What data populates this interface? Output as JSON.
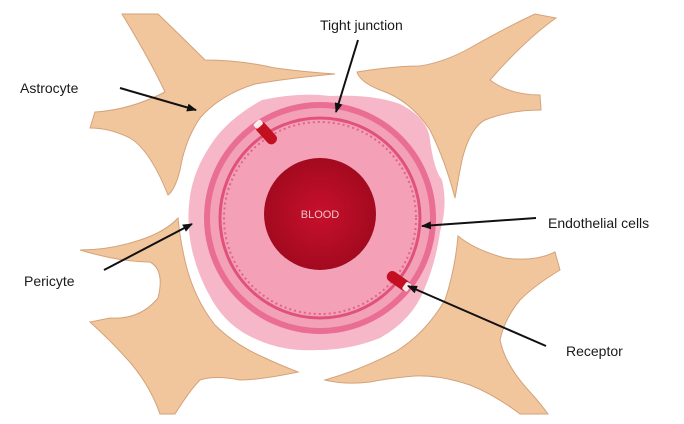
{
  "labels": {
    "tight_junction": "Tight junction",
    "astrocyte": "Astrocyte",
    "endothelial_cells": "Endothelial cells",
    "pericyte": "Pericyte",
    "receptor": "Receptor",
    "blood": "BLOOD"
  },
  "colors": {
    "astrocyte_fill": "#f2c69c",
    "astrocyte_stroke": "#c9946a",
    "pericyte_ring": "#ea6e93",
    "outer_membrane": "#f6b8c9",
    "endothelium": "#f07c9c",
    "inner_ring": "#e0527c",
    "lumen_outer": "#f4a0b6",
    "blood_core": "#b50d24",
    "receptor": "#c21020",
    "arrow": "#111111"
  }
}
